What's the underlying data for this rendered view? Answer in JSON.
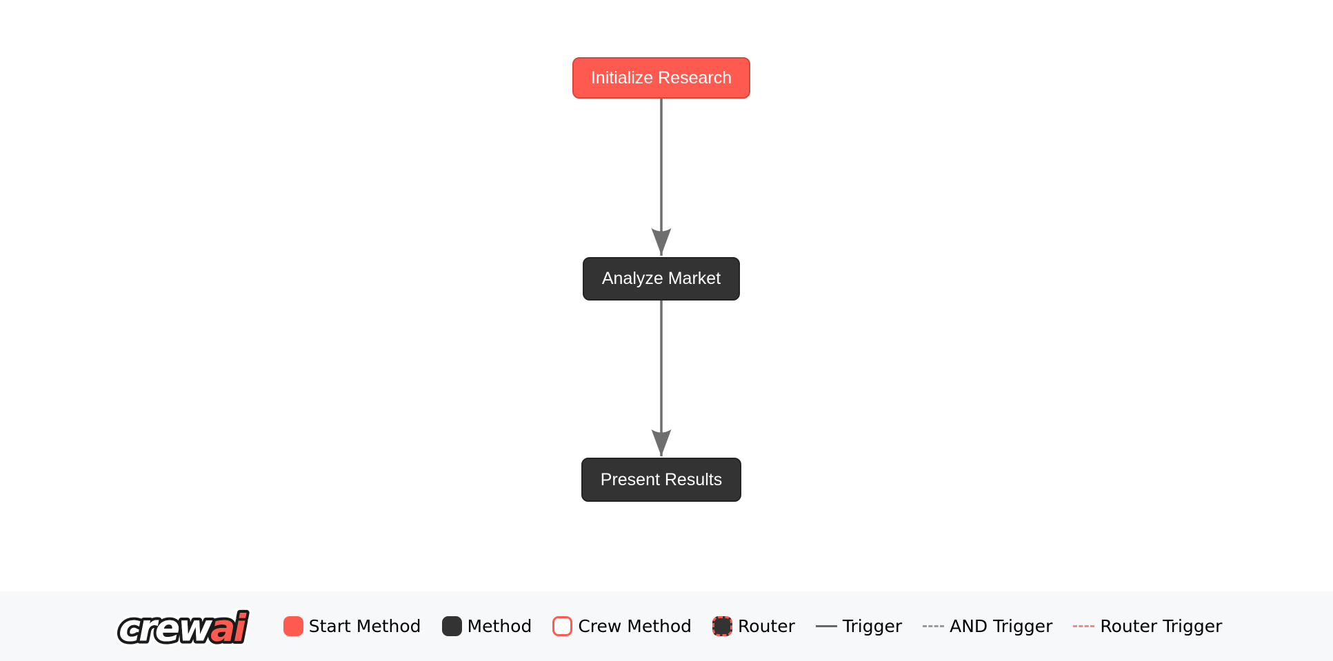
{
  "flow": {
    "nodes": [
      {
        "label": "Initialize Research",
        "type": "start-method"
      },
      {
        "label": "Analyze Market",
        "type": "method"
      },
      {
        "label": "Present Results",
        "type": "method"
      }
    ],
    "edges": [
      {
        "from": "Initialize Research",
        "to": "Analyze Market",
        "type": "trigger"
      },
      {
        "from": "Analyze Market",
        "to": "Present Results",
        "type": "trigger"
      }
    ]
  },
  "legend": {
    "logo": {
      "crew": "crew",
      "ai": "ai"
    },
    "items": [
      {
        "label": "Start Method",
        "swatch": "start-method-swatch",
        "color": "#FF5A50"
      },
      {
        "label": "Method",
        "swatch": "method-swatch",
        "color": "#333333"
      },
      {
        "label": "Crew Method",
        "swatch": "crew-method-swatch",
        "color": "#FFFFFF",
        "border": "#FF5A50"
      },
      {
        "label": "Router",
        "swatch": "router-swatch",
        "color": "#333333",
        "border": "#FF5A50"
      },
      {
        "label": "Trigger",
        "swatch": "trigger-line",
        "color": "#666666"
      },
      {
        "label": "AND Trigger",
        "swatch": "and-trigger-line",
        "color": "#999999"
      },
      {
        "label": "Router Trigger",
        "swatch": "router-trigger-line",
        "color": "#F4897B"
      }
    ]
  },
  "colors": {
    "start_method": "#FF5A50",
    "start_method_border": "#D9453A",
    "method": "#333333",
    "edge": "#666666",
    "canvas_background": "#FFFFFF",
    "legend_background": "#F7F8F9"
  }
}
